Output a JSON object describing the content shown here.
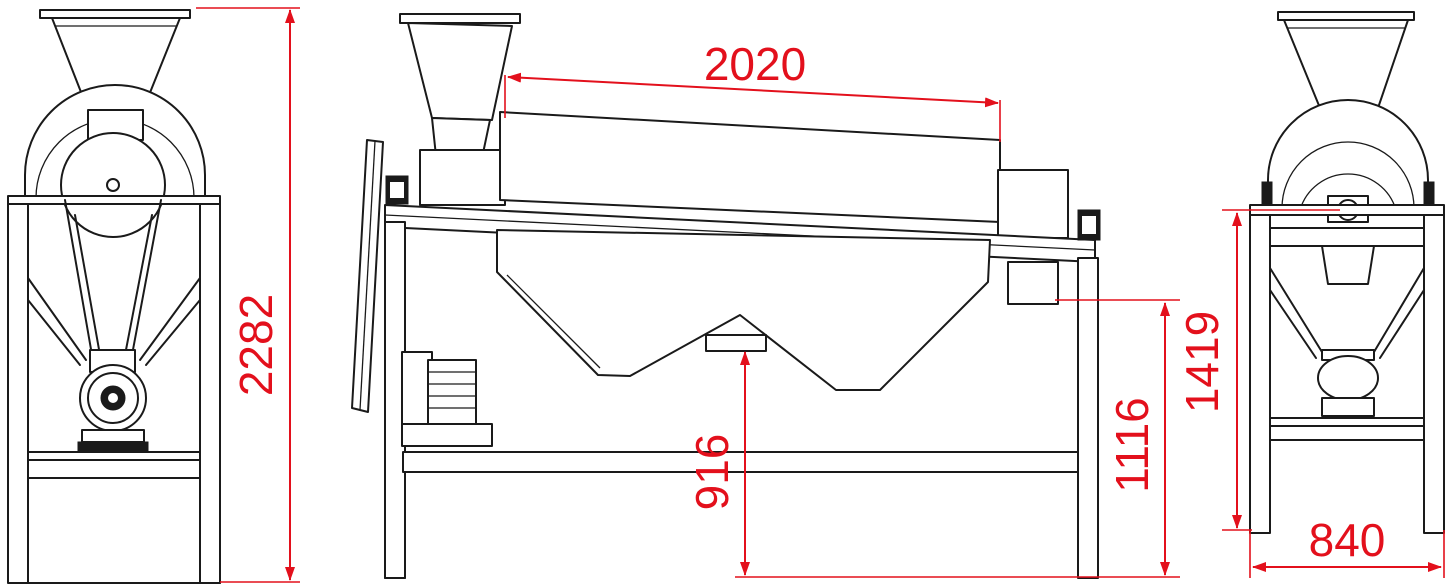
{
  "drawing": {
    "views": [
      "front-view",
      "side-view",
      "end-view"
    ],
    "dimension_color": "#e3101c",
    "line_color": "#1a1a1a",
    "dimensions": {
      "overall_height": "2282",
      "drum_length": "2020",
      "outlet_height": "916",
      "frame_height": "1116",
      "axle_height": "1419",
      "width": "840"
    }
  }
}
